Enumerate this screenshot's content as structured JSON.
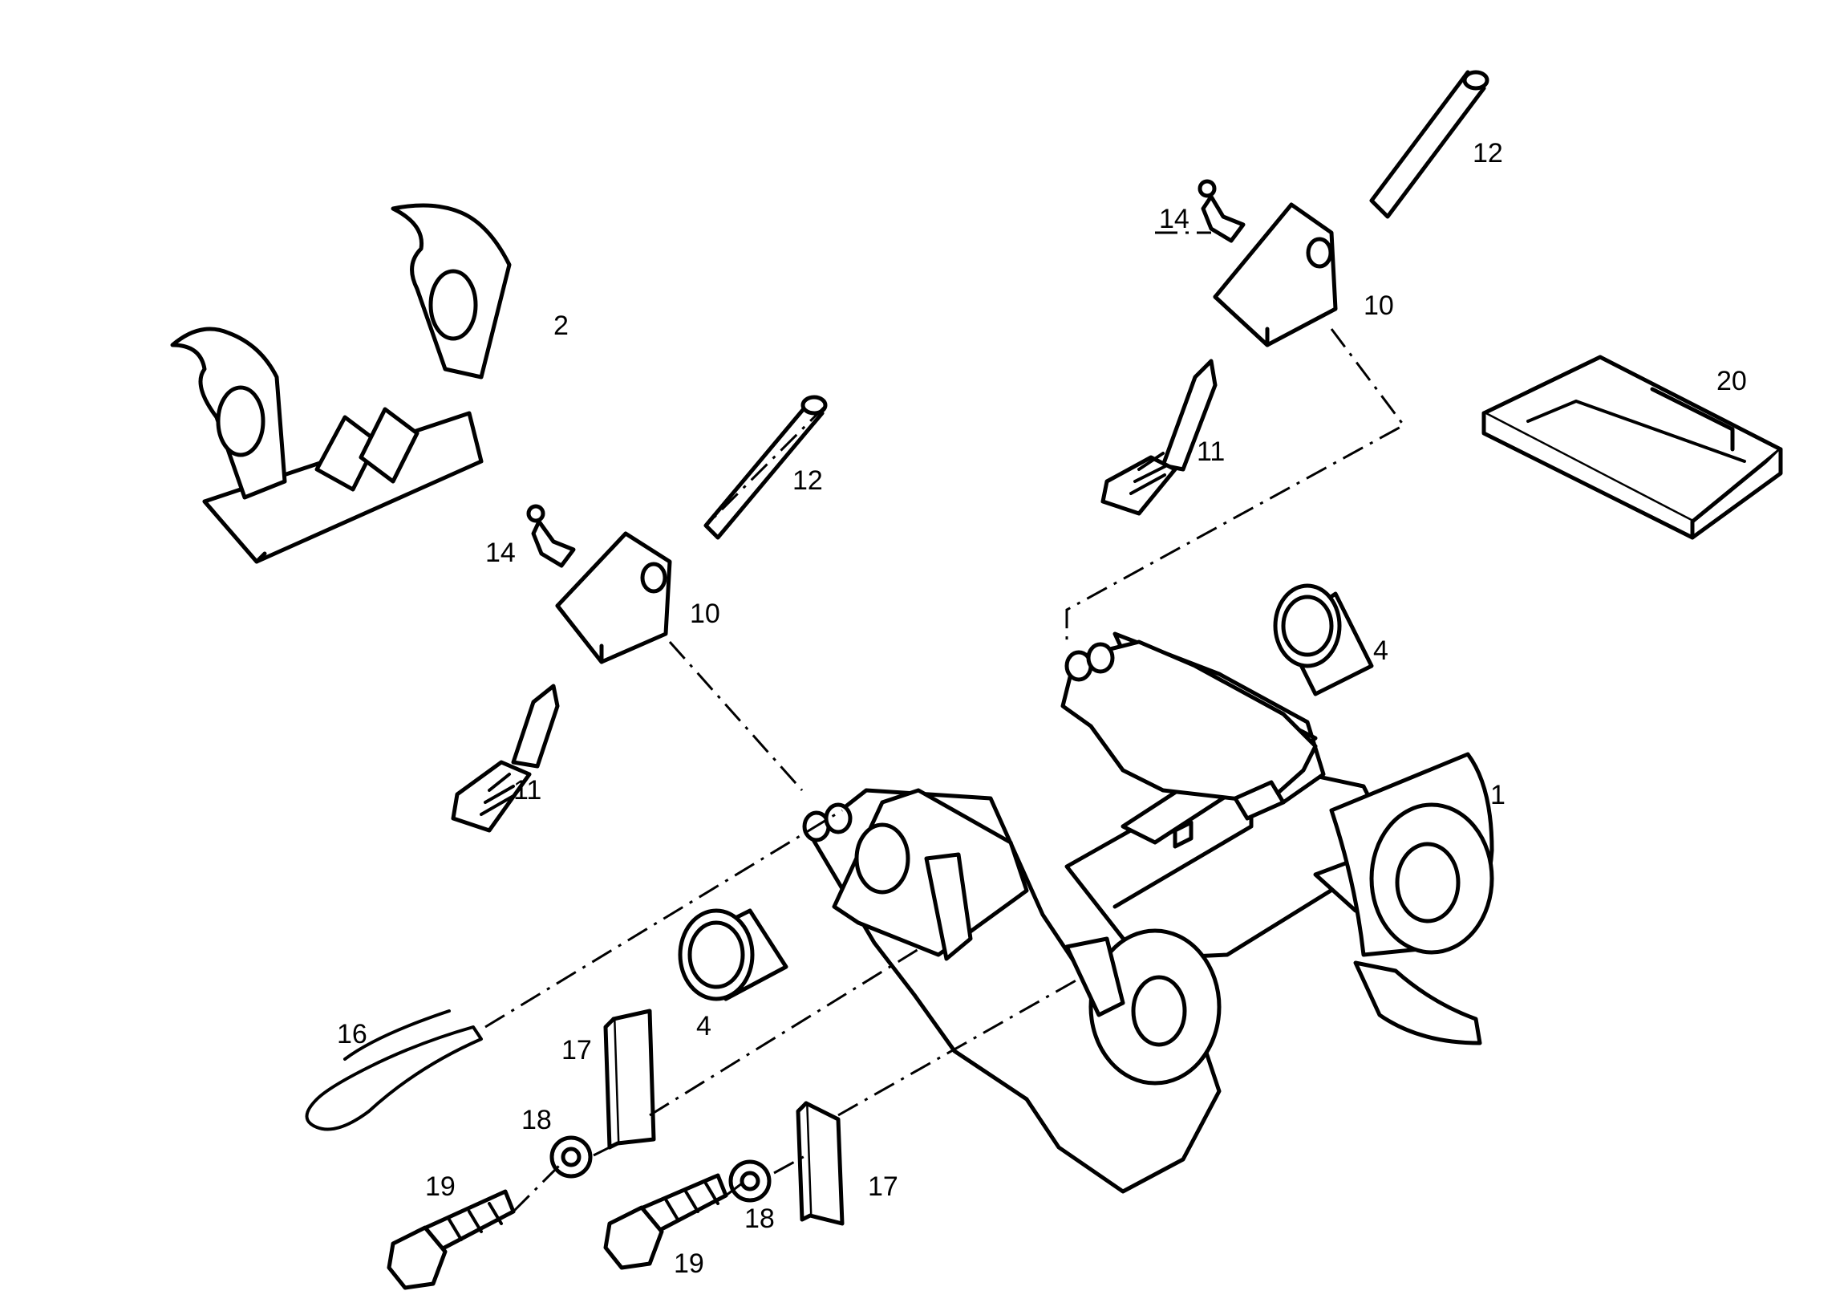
{
  "labels": {
    "p1": "1",
    "p2": "2",
    "p4a": "4",
    "p4b": "4",
    "p10a": "10",
    "p10b": "10",
    "p11a": "11",
    "p11b": "11",
    "p12a": "12",
    "p12b": "12",
    "p14a": "14",
    "p14b": "14",
    "p16": "16",
    "p17a": "17",
    "p17b": "17",
    "p18a": "18",
    "p18b": "18",
    "p19a": "19",
    "p19b": "19",
    "p20": "20"
  }
}
